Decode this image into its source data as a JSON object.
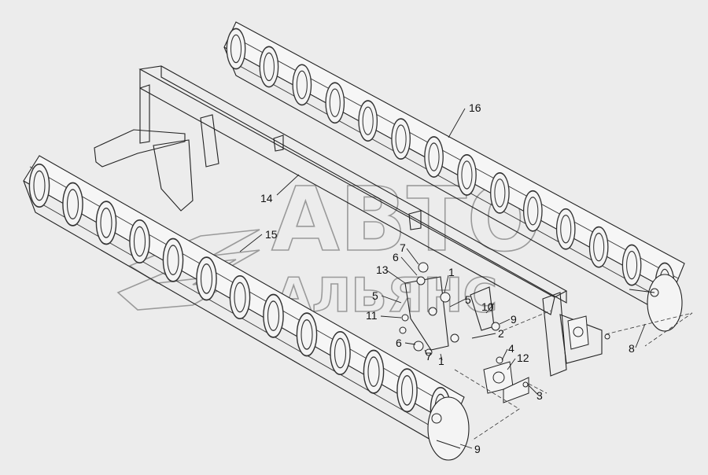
{
  "watermark": {
    "line1": "АВТО",
    "line2": "АЛЬЯНС"
  },
  "callouts": [
    {
      "id": "16",
      "text": "16"
    },
    {
      "id": "14",
      "text": "14"
    },
    {
      "id": "15",
      "text": "15"
    },
    {
      "id": "7a",
      "text": "7"
    },
    {
      "id": "6a",
      "text": "6"
    },
    {
      "id": "13",
      "text": "13"
    },
    {
      "id": "1a",
      "text": "1"
    },
    {
      "id": "5a",
      "text": "5"
    },
    {
      "id": "5b",
      "text": "5"
    },
    {
      "id": "10",
      "text": "10"
    },
    {
      "id": "11",
      "text": "11"
    },
    {
      "id": "9a",
      "text": "9"
    },
    {
      "id": "2",
      "text": "2"
    },
    {
      "id": "6b",
      "text": "6"
    },
    {
      "id": "7b",
      "text": "7"
    },
    {
      "id": "1b",
      "text": "1"
    },
    {
      "id": "4",
      "text": "4"
    },
    {
      "id": "12",
      "text": "12"
    },
    {
      "id": "3",
      "text": "3"
    },
    {
      "id": "8",
      "text": "8"
    },
    {
      "id": "9b",
      "text": "9"
    }
  ]
}
